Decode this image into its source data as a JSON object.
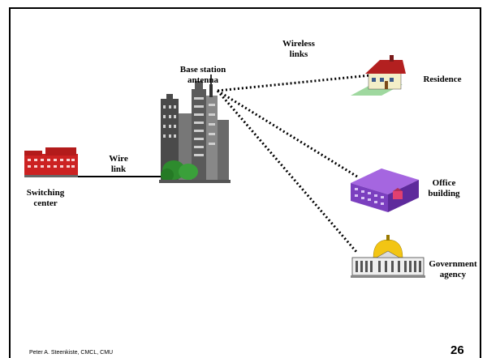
{
  "nodes": {
    "switching_center": [
      "Switching",
      "center"
    ],
    "base_station": [
      "Base station",
      "antenna"
    ],
    "residence": [
      "Residence"
    ],
    "office": [
      "Office",
      "building"
    ],
    "government": [
      "Government",
      "agency"
    ]
  },
  "links": {
    "wire": [
      "Wire",
      "link"
    ],
    "wireless": [
      "Wireless",
      "links"
    ]
  },
  "footer": {
    "author": "Peter A. Steenkiste, CMCL, CMU",
    "page_number": "26"
  }
}
